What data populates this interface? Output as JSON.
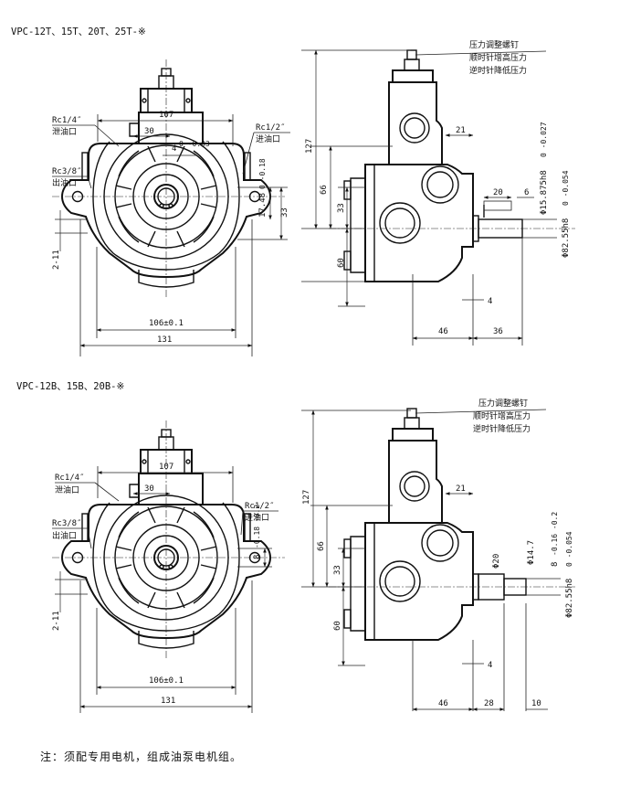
{
  "sections": {
    "top": {
      "title": "VPC-12T、15T、20T、25T-※",
      "front": {
        "port_drain": "Rc1/4″",
        "port_drain_cn": "泄油口",
        "port_out": "Rc3/8″",
        "port_out_cn": "出油口",
        "port_in": "Rc1/2″",
        "port_in_cn": "进油口",
        "dims": {
          "w107": "107",
          "d30": "30",
          "key": "4",
          "key_tol": "0 -0.03",
          "d17": "17.48",
          "d17_tol": "0 -0.18",
          "d33": "33",
          "d2": "2-11",
          "d106": "106±0.1",
          "d131": "131"
        }
      },
      "side": {
        "note_l1": "压力调整螺钉",
        "note_l2": "顺时针增高压力",
        "note_l3": "逆时针降低压力",
        "dims": {
          "h127": "127",
          "h66": "66",
          "h33": "33",
          "h60": "60",
          "w21": "21",
          "w20": "20",
          "w6": "6",
          "dia_shaft": "Φ15.875h8",
          "dia_shaft_tol": "0 -0.027",
          "dia_pilot": "Φ82.55h8",
          "dia_pilot_tol": "0 -0.054",
          "w4": "4",
          "w46": "46",
          "w36": "36"
        }
      }
    },
    "bottom": {
      "title": "VPC-12B、15B、20B-※",
      "front": {
        "port_drain": "Rc1/4″",
        "port_drain_cn": "泄油口",
        "port_out": "Rc3/8″",
        "port_out_cn": "出油口",
        "port_in": "Rc1/2″",
        "port_in_cn": "进油口",
        "dims": {
          "w107": "107",
          "d30": "30",
          "d8": "8",
          "d8_tol": "-0.18 -0.2",
          "d2": "2-11",
          "d106": "106±0.1",
          "d131": "131"
        }
      },
      "side": {
        "note_l1": "压力调整螺钉",
        "note_l2": "顺时针增高压力",
        "note_l3": "逆时针降低压力",
        "dims": {
          "h127": "127",
          "h66": "66",
          "h33": "33",
          "h60": "60",
          "w21": "21",
          "dia20": "Φ20",
          "dia14": "Φ14.7",
          "d8": "8",
          "d8_tol": "-0.16 -0.2",
          "dia_pilot": "Φ82.55h8",
          "dia_pilot_tol": "0 -0.054",
          "w4": "4",
          "w46": "46",
          "w28": "28",
          "w10": "10"
        }
      }
    }
  },
  "footnote": "注：须配专用电机，组成油泵电机组。"
}
